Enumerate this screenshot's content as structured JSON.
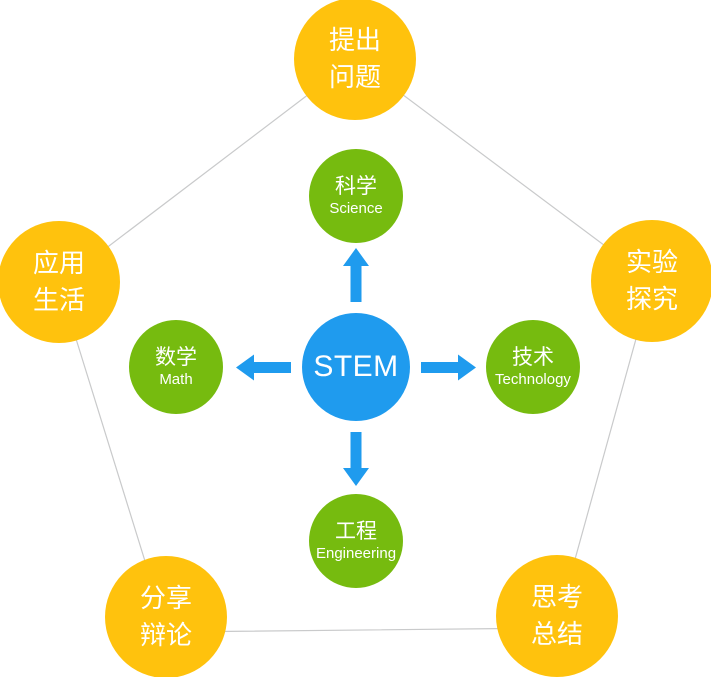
{
  "diagram": {
    "center": {
      "label": "STEM"
    },
    "inner_nodes": [
      {
        "id": "science",
        "zh": "科学",
        "en": "Science",
        "position": "top"
      },
      {
        "id": "technology",
        "zh": "技术",
        "en": "Technology",
        "position": "right"
      },
      {
        "id": "engineering",
        "zh": "工程",
        "en": "Engineering",
        "position": "bottom"
      },
      {
        "id": "math",
        "zh": "数学",
        "en": "Math",
        "position": "left"
      }
    ],
    "outer_nodes": [
      {
        "id": "raise-questions",
        "line1": "提出",
        "line2": "问题",
        "position": "top"
      },
      {
        "id": "experiment-explore",
        "line1": "实验",
        "line2": "探究",
        "position": "right"
      },
      {
        "id": "think-summarize",
        "line1": "思考",
        "line2": "总结",
        "position": "bottom-right"
      },
      {
        "id": "share-debate",
        "line1": "分享",
        "line2": "辩论",
        "position": "bottom-left"
      },
      {
        "id": "apply-life",
        "line1": "应用",
        "line2": "生活",
        "position": "left"
      }
    ],
    "arrows": [
      {
        "name": "arrow-up-icon",
        "direction": "up"
      },
      {
        "name": "arrow-right-icon",
        "direction": "right"
      },
      {
        "name": "arrow-down-icon",
        "direction": "down"
      },
      {
        "name": "arrow-left-icon",
        "direction": "left"
      }
    ],
    "colors": {
      "center": "#1F9BEE",
      "inner": "#76BB0F",
      "outer": "#FFC20D",
      "connector": "#C9CACB",
      "text": "#FFFFFF"
    }
  }
}
